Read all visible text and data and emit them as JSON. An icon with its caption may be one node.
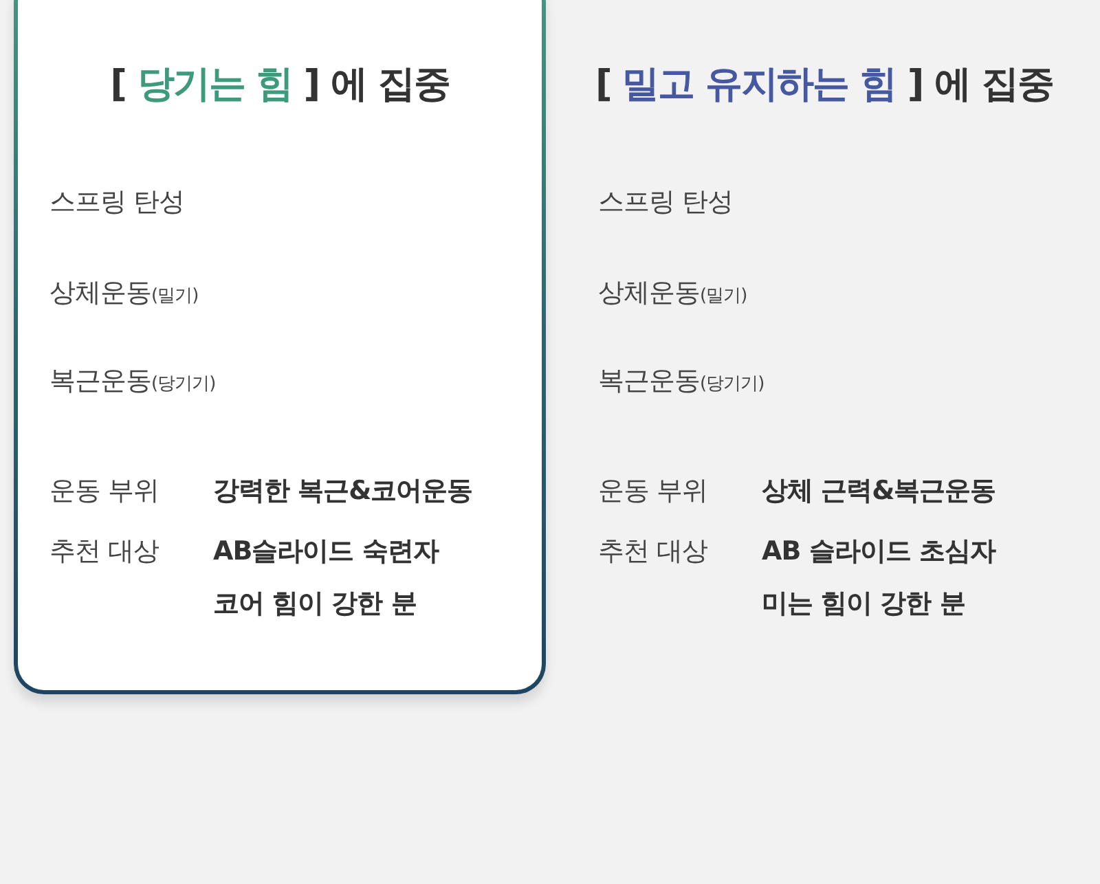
{
  "diagram": {
    "nodes": [
      {
        "text": [
          "[ **당기는 힘** ] 에 집중",
          "스프링 탄성",
          "상체운동$_{(밀기)}$",
          "복근운동$_{(당기기)}$",
          "운동 부위",
          "강력한 복근&코어운동",
          "추천 대상",
          "AB슬라이드 숙련자",
          "코어 힘이 강한 분"
        ]
      }
    ],
    "labels": [
      "[ **밀고 유지하는 힘** ] 에 집중",
      "스프링 탄성",
      "상체운동$_{(밀기)}$",
      "복근운동$_{(당기기)}$",
      "운동 부위",
      "상체 근력&복근운동",
      "추천 대상",
      "AB 슬라이드 초심자",
      "미는 힘이 강한 분"
    ]
  }
}
